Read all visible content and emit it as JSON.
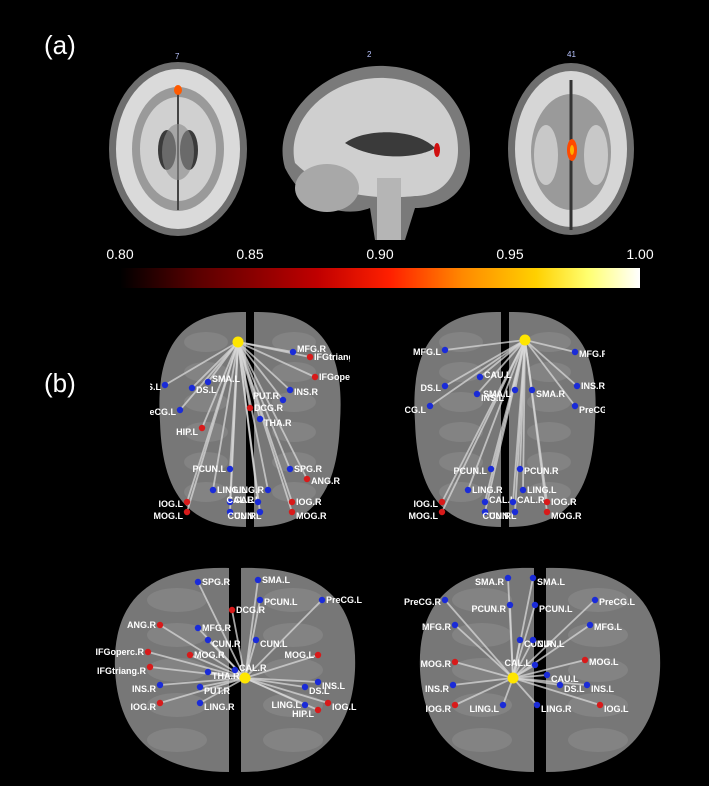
{
  "panels": {
    "a_label": "(a)",
    "b_label": "(b)"
  },
  "slices": {
    "axial_num": "7",
    "sagittal_num": "2",
    "coronal_num": "41"
  },
  "colorbar": {
    "ticks": [
      "0.80",
      "0.85",
      "0.90",
      "0.95",
      "1.00"
    ]
  },
  "colors": {
    "seed": "#ffe600",
    "blue_node": "#1a2bd8",
    "red_node": "#d81a1a",
    "edge": "#d8d8d8"
  },
  "networks": [
    {
      "view": "axial-top-left",
      "nodes": [
        {
          "label": "MFG.R",
          "color": "blue"
        },
        {
          "label": "IFGtriang.R",
          "color": "red"
        },
        {
          "label": "IFGoperc.R",
          "color": "red"
        },
        {
          "label": "INS.L",
          "color": "blue"
        },
        {
          "label": "SMA.L",
          "color": "blue"
        },
        {
          "label": "DS.L",
          "color": "blue"
        },
        {
          "label": "INS.R",
          "color": "blue"
        },
        {
          "label": "PUT.R",
          "color": "blue"
        },
        {
          "label": "PreCG.L",
          "color": "blue"
        },
        {
          "label": "DCG.R",
          "color": "red"
        },
        {
          "label": "THA.R",
          "color": "blue"
        },
        {
          "label": "HIP.L",
          "color": "red"
        },
        {
          "label": "PCUN.L",
          "color": "blue"
        },
        {
          "label": "SPG.R",
          "color": "blue"
        },
        {
          "label": "ANG.R",
          "color": "red"
        },
        {
          "label": "LING.L",
          "color": "blue"
        },
        {
          "label": "LING.R",
          "color": "blue"
        },
        {
          "label": "IOG.L",
          "color": "red"
        },
        {
          "label": "CAL.L",
          "color": "blue"
        },
        {
          "label": "CAL.R",
          "color": "blue"
        },
        {
          "label": "IOG.R",
          "color": "red"
        },
        {
          "label": "MOG.L",
          "color": "red"
        },
        {
          "label": "CUN.L",
          "color": "blue"
        },
        {
          "label": "CUN.R",
          "color": "blue"
        },
        {
          "label": "MOG.R",
          "color": "red"
        }
      ]
    },
    {
      "view": "axial-top-right",
      "nodes": [
        {
          "label": "MFG.L",
          "color": "blue"
        },
        {
          "label": "MFG.R",
          "color": "blue"
        },
        {
          "label": "CAU.L",
          "color": "blue"
        },
        {
          "label": "DS.L",
          "color": "blue"
        },
        {
          "label": "INS.R",
          "color": "blue"
        },
        {
          "label": "INS.L",
          "color": "blue"
        },
        {
          "label": "SMA.L",
          "color": "blue"
        },
        {
          "label": "SMA.R",
          "color": "blue"
        },
        {
          "label": "PreCG.L",
          "color": "blue"
        },
        {
          "label": "PreCG.R",
          "color": "blue"
        },
        {
          "label": "PCUN.L",
          "color": "blue"
        },
        {
          "label": "PCUN.R",
          "color": "blue"
        },
        {
          "label": "LING.R",
          "color": "blue"
        },
        {
          "label": "LING.L",
          "color": "blue"
        },
        {
          "label": "IOG.L",
          "color": "red"
        },
        {
          "label": "CAL.L",
          "color": "blue"
        },
        {
          "label": "CAL.R",
          "color": "blue"
        },
        {
          "label": "IOG.R",
          "color": "red"
        },
        {
          "label": "MOG.L",
          "color": "red"
        },
        {
          "label": "CUN.L",
          "color": "blue"
        },
        {
          "label": "CUN.R",
          "color": "blue"
        },
        {
          "label": "MOG.R",
          "color": "red"
        }
      ]
    },
    {
      "view": "coronal-bottom-left",
      "nodes": [
        {
          "label": "SPG.R",
          "color": "blue"
        },
        {
          "label": "SMA.L",
          "color": "blue"
        },
        {
          "label": "PreCG.L",
          "color": "blue"
        },
        {
          "label": "PCUN.L",
          "color": "blue"
        },
        {
          "label": "DCG.R",
          "color": "red"
        },
        {
          "label": "ANG.R",
          "color": "red"
        },
        {
          "label": "MFG.R",
          "color": "blue"
        },
        {
          "label": "CUN.R",
          "color": "blue"
        },
        {
          "label": "CUN.L",
          "color": "blue"
        },
        {
          "label": "MOG.R",
          "color": "red"
        },
        {
          "label": "MOG.L",
          "color": "red"
        },
        {
          "label": "IFGoperc.R",
          "color": "red"
        },
        {
          "label": "IFGtriang.R",
          "color": "red"
        },
        {
          "label": "THA.R",
          "color": "blue"
        },
        {
          "label": "CAL.R",
          "color": "blue"
        },
        {
          "label": "INS.R",
          "color": "blue"
        },
        {
          "label": "PUT.R",
          "color": "blue"
        },
        {
          "label": "DS.L",
          "color": "blue"
        },
        {
          "label": "INS.L",
          "color": "blue"
        },
        {
          "label": "IOG.R",
          "color": "red"
        },
        {
          "label": "LING.R",
          "color": "blue"
        },
        {
          "label": "LING.L",
          "color": "blue"
        },
        {
          "label": "HIP.L",
          "color": "red"
        },
        {
          "label": "IOG.L",
          "color": "red"
        }
      ]
    },
    {
      "view": "coronal-bottom-right",
      "nodes": [
        {
          "label": "SMA.R",
          "color": "blue"
        },
        {
          "label": "SMA.L",
          "color": "blue"
        },
        {
          "label": "PreCG.R",
          "color": "blue"
        },
        {
          "label": "PreCG.L",
          "color": "blue"
        },
        {
          "label": "PCUN.R",
          "color": "blue"
        },
        {
          "label": "PCUN.L",
          "color": "blue"
        },
        {
          "label": "MFG.R",
          "color": "blue"
        },
        {
          "label": "MFG.L",
          "color": "blue"
        },
        {
          "label": "CUN.R",
          "color": "blue"
        },
        {
          "label": "CUN.L",
          "color": "blue"
        },
        {
          "label": "MOG.R",
          "color": "red"
        },
        {
          "label": "MOG.L",
          "color": "red"
        },
        {
          "label": "CAL.L",
          "color": "blue"
        },
        {
          "label": "CAU.L",
          "color": "blue"
        },
        {
          "label": "INS.R",
          "color": "blue"
        },
        {
          "label": "DS.L",
          "color": "blue"
        },
        {
          "label": "INS.L",
          "color": "blue"
        },
        {
          "label": "IOG.R",
          "color": "red"
        },
        {
          "label": "LING.L",
          "color": "blue"
        },
        {
          "label": "LING.R",
          "color": "blue"
        },
        {
          "label": "IOG.L",
          "color": "red"
        }
      ]
    }
  ]
}
